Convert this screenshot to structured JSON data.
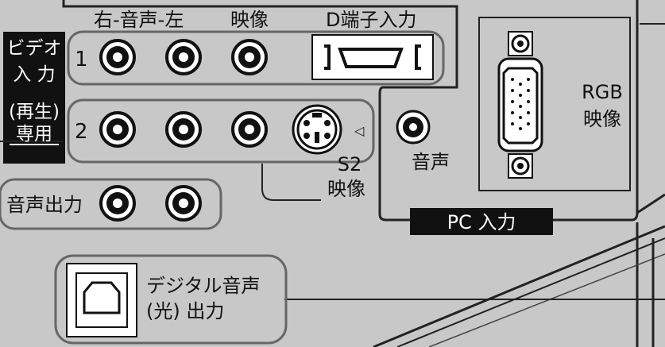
{
  "labels": {
    "audio_right_left": "右-音声-左",
    "video": "映像",
    "d_terminal_input": "D端子入力",
    "video_input_line1": "ビデオ",
    "video_input_line2": "入 力",
    "playback_only_line1": "(再生)",
    "playback_only_line2": "専用",
    "row1_number": "1",
    "row2_number": "2",
    "s2_line1": "S2",
    "s2_line2": "映像",
    "audio_output": "音声出力",
    "pc_audio": "音声",
    "rgb_line1": "RGB",
    "rgb_line2": "映像",
    "pc_input": "PC 入力",
    "digital_audio_line1": "デジタル音声",
    "digital_audio_line2": "(光) 出力",
    "s2_arrow": "◁"
  },
  "colors": {
    "panel": "#c8c8c8",
    "line": "#222222",
    "label_bar": "#111111",
    "white": "#ffffff"
  }
}
